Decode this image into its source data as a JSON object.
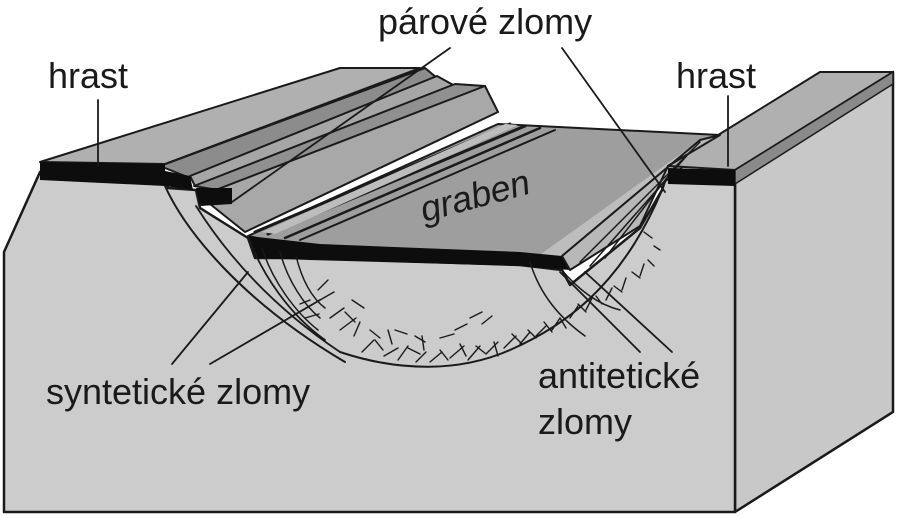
{
  "labels": {
    "hrast_left": "hrast",
    "hrast_right": "hrast",
    "parove_zlomy": "párové zlomy",
    "graben": "graben",
    "synteticke_zlomy": "syntetické zlomy",
    "antiteticke_line1": "antitetické",
    "antiteticke_line2": "zlomy"
  },
  "colors": {
    "block_face": "#cccccc",
    "block_top": "#b3b3b3",
    "top_stripe": "#8a8a8a",
    "dark_layer": "#0d0d0d",
    "graben_floor": "#9c9c9c",
    "outline": "#1a1a1a"
  }
}
